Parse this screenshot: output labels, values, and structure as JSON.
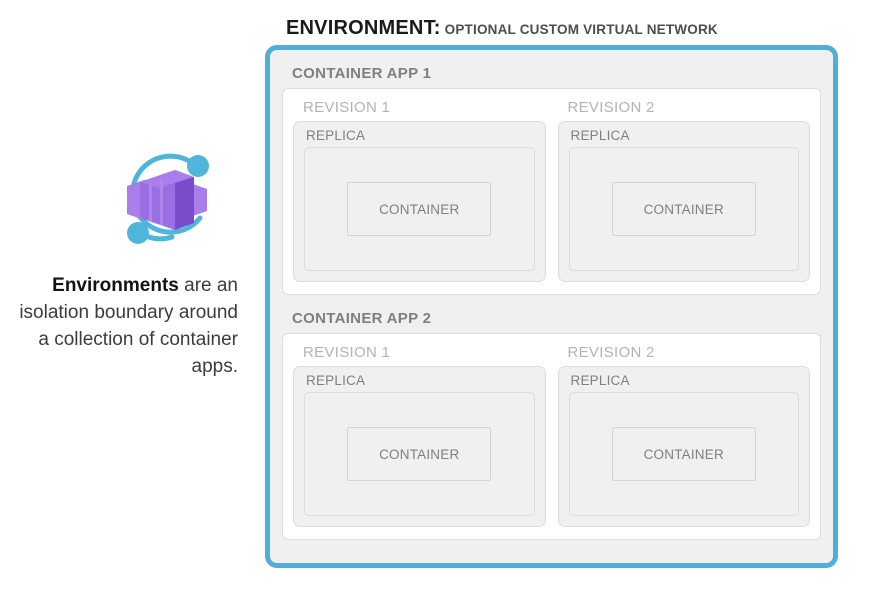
{
  "left": {
    "icon_name": "azure-container-apps-icon",
    "description_lead": "Environments",
    "description_rest": " are an isolation boundary around a collection of container apps."
  },
  "environment": {
    "title": "ENVIRONMENT:",
    "subtitle": "OPTIONAL CUSTOM VIRTUAL NETWORK",
    "border_color": "#4FAFD6",
    "background_color": "#F0F0F0",
    "apps": [
      {
        "title": "CONTAINER APP 1",
        "revisions": [
          {
            "title": "REVISION 1",
            "replica": {
              "title": "REPLICA",
              "container": {
                "label": "CONTAINER"
              }
            }
          },
          {
            "title": "REVISION 2",
            "replica": {
              "title": "REPLICA",
              "container": {
                "label": "CONTAINER"
              }
            }
          }
        ]
      },
      {
        "title": "CONTAINER APP 2",
        "revisions": [
          {
            "title": "REVISION 1",
            "replica": {
              "title": "REPLICA",
              "container": {
                "label": "CONTAINER"
              }
            }
          },
          {
            "title": "REVISION 2",
            "replica": {
              "title": "REPLICA",
              "container": {
                "label": "CONTAINER"
              }
            }
          }
        ]
      }
    ]
  },
  "colors": {
    "accent": "#4FAFD6",
    "icon_purple_light": "#A97EE8",
    "icon_purple": "#8A5BD6",
    "icon_purple_dark": "#6C3FBF",
    "icon_cyan": "#4FB6D9",
    "text_dark": "#1A1A1A",
    "text_medium": "#7F7F7F",
    "text_light": "#B3B3B3"
  }
}
